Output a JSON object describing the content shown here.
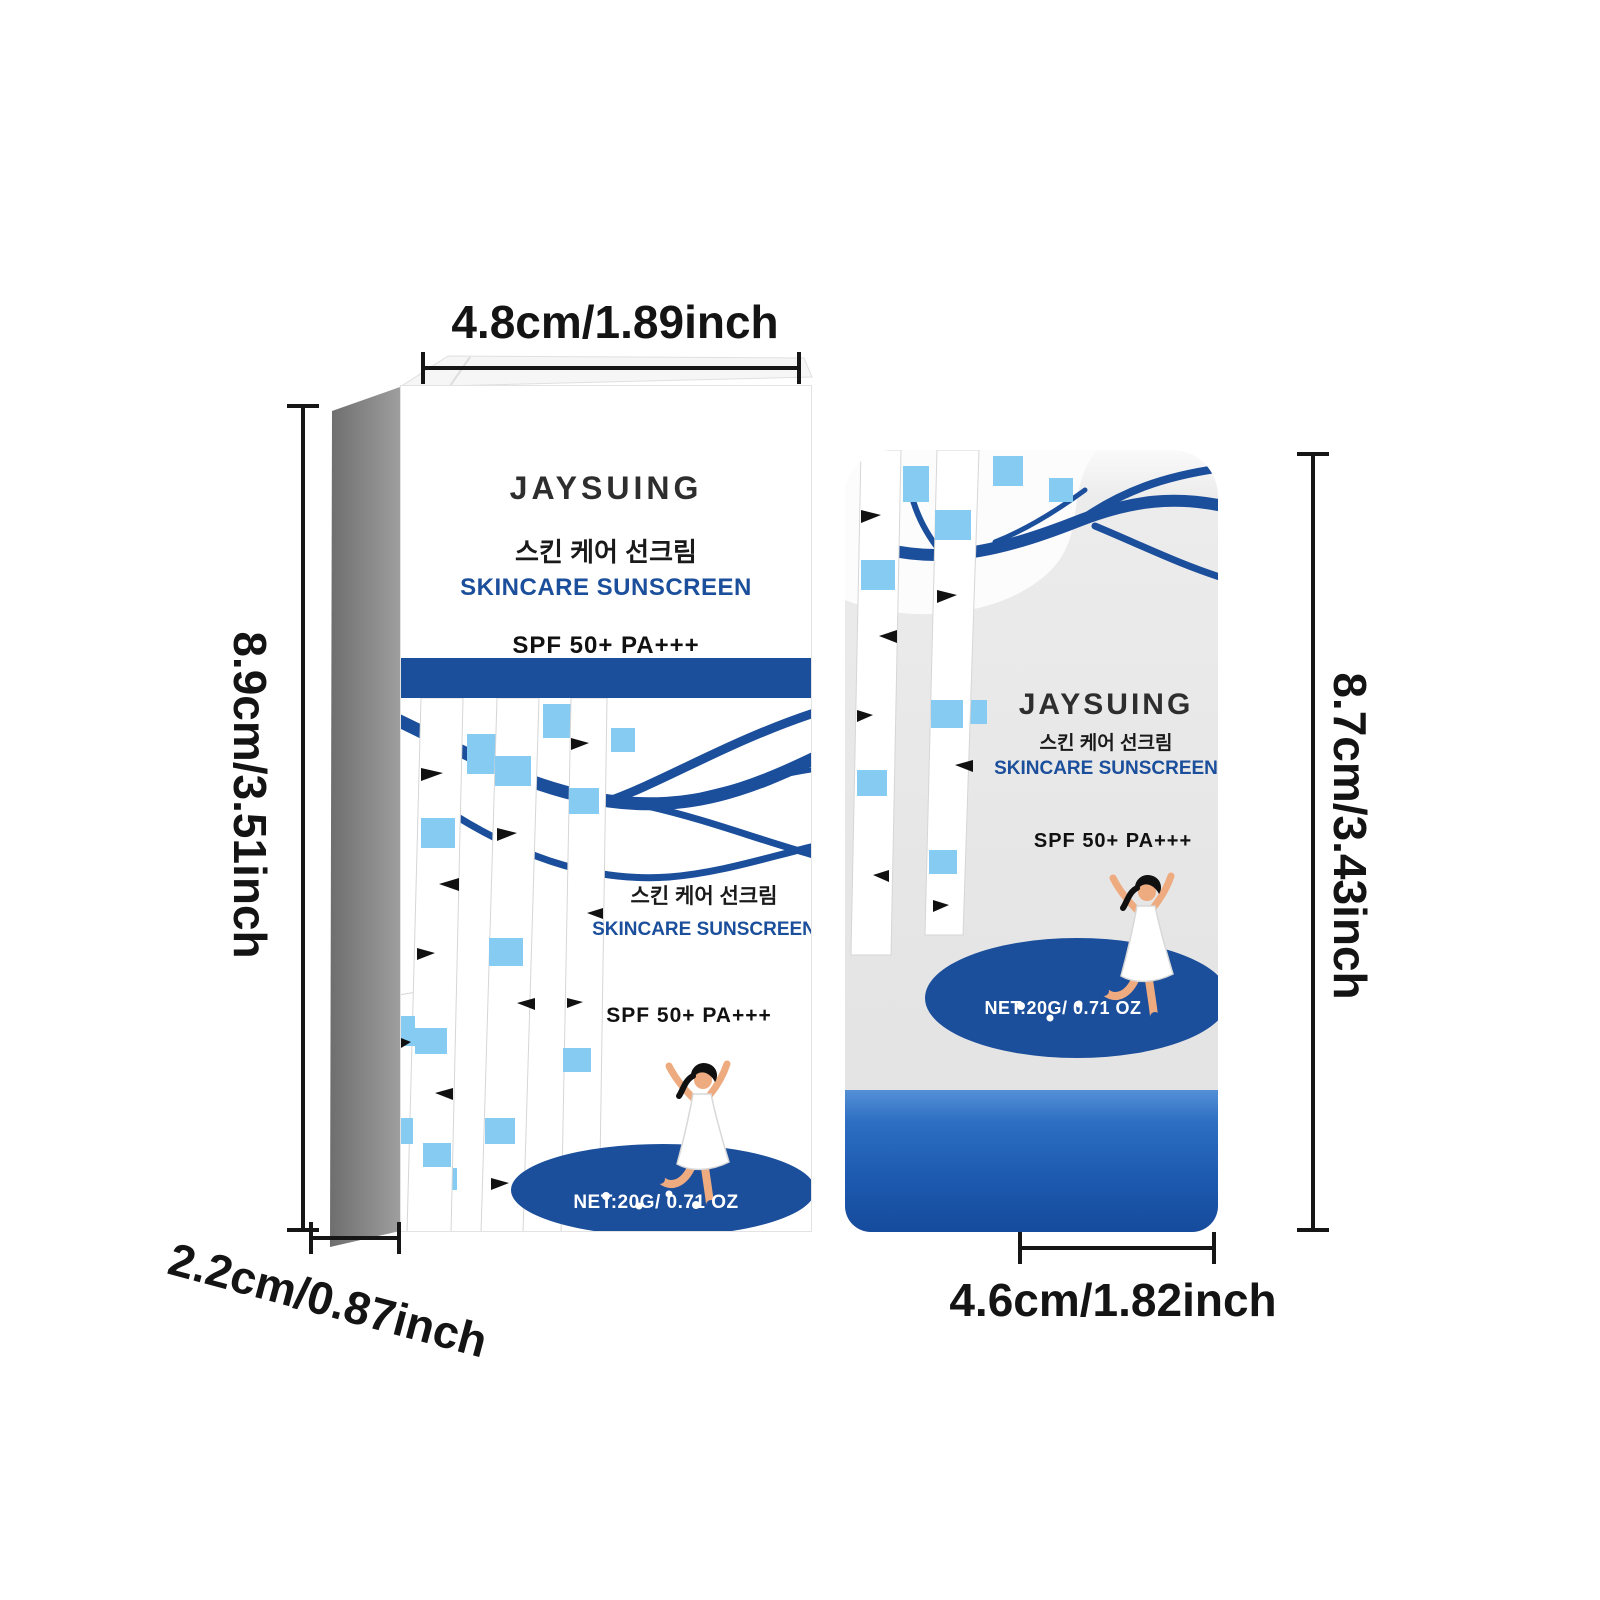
{
  "product": {
    "brand": "JAYSUING",
    "name_korean": "스킨 케어 선크림",
    "name_english": "SKINCARE SUNSCREEN",
    "spf": "SPF 50+ PA+++",
    "net_weight": "NET:20G/ 0.71 OZ"
  },
  "dimensions": {
    "box_width": "4.8cm/1.89inch",
    "box_height": "8.9cm/3.51inch",
    "box_depth": "2.2cm/0.87inch",
    "tube_height": "8.7cm/3.43inch",
    "tube_width": "4.6cm/1.82inch"
  },
  "colors": {
    "brand_blue": "#1b4e9b",
    "light_blue": "#85cbf2",
    "cap_blue": "#2e6fc2",
    "box_side_gray": "#8a8a8a",
    "tube_body_gray": "#e6e6e6",
    "annotation_black": "#161616"
  }
}
